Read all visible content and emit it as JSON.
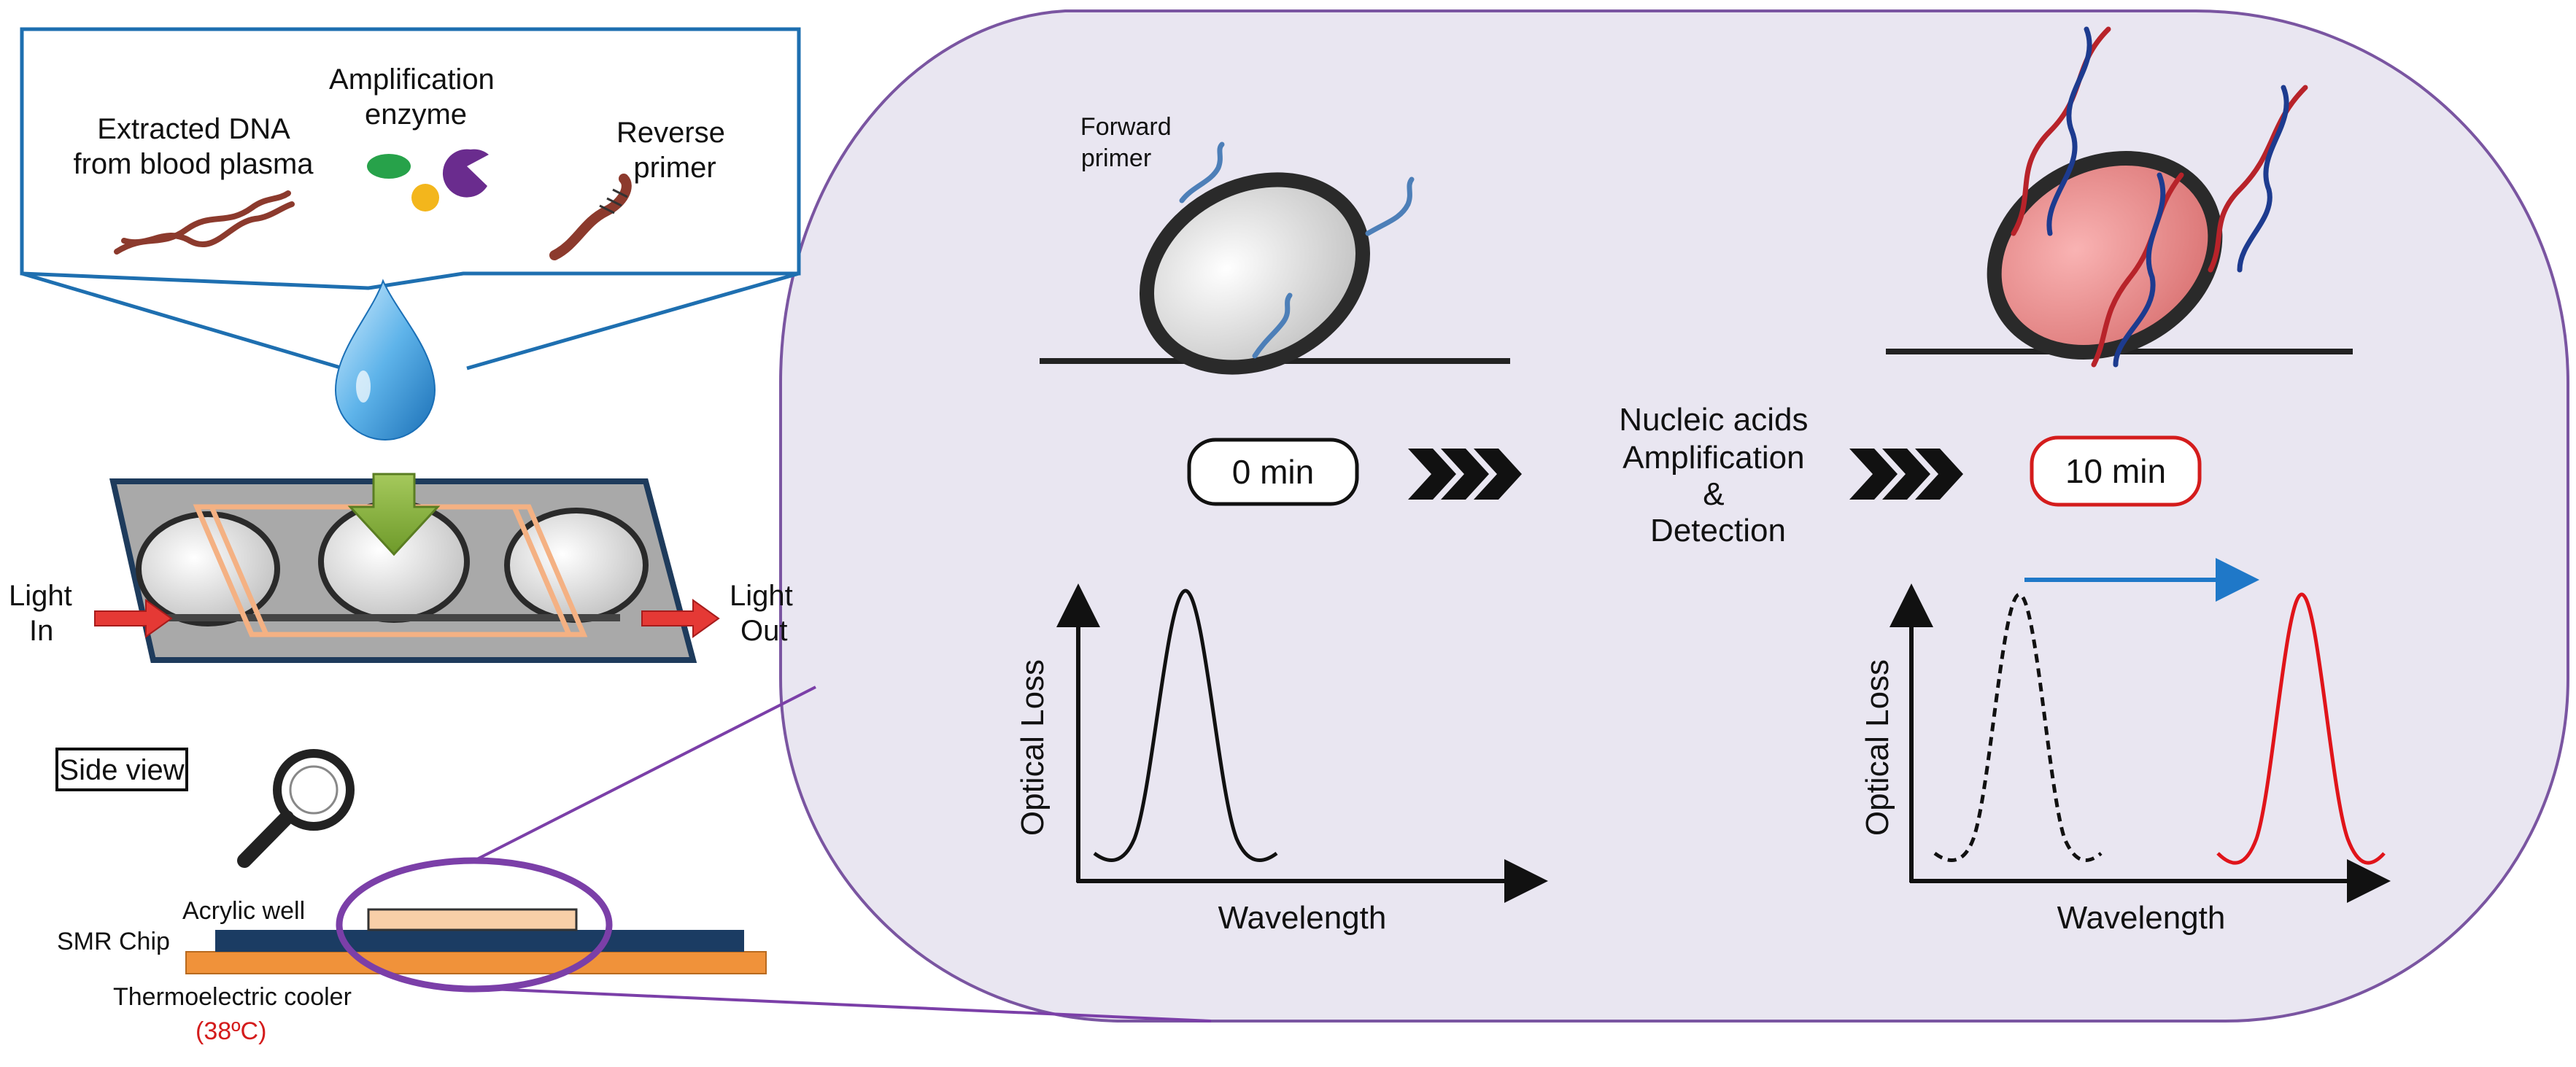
{
  "inset_labels": {
    "dna": [
      "Extracted  DNA",
      "from blood plasma"
    ],
    "enzyme": [
      "Amplification",
      "enzyme"
    ],
    "primer": [
      "Reverse",
      "primer"
    ]
  },
  "light_in": [
    "Light",
    "In"
  ],
  "light_out": [
    "Light",
    "Out"
  ],
  "side_view": {
    "title": "Side view",
    "acrylic_well": "Acrylic well",
    "smr_chip": "SMR Chip",
    "cooler": "Thermoelectric cooler",
    "temperature": "(38ºC)"
  },
  "detail": {
    "forward_primer": [
      "Forward",
      "primer"
    ],
    "time_start": "0 min",
    "time_end": "10 min",
    "process": [
      "Nucleic acids",
      "Amplification",
      "&",
      "Detection"
    ],
    "plot_left": {
      "ylabel": "Optical Loss",
      "xlabel": "Wavelength"
    },
    "plot_right": {
      "ylabel": "Optical Loss",
      "xlabel": "Wavelength"
    }
  },
  "colors": {
    "chip_frame": "#1e3b5c",
    "chip_fill": "#a9a9a9",
    "panel_fill": "#e9e6f1",
    "panel_border": "#7a55a1",
    "highlight_ring": "#7b3fa8",
    "inset_border": "#1e6fb0",
    "arrow_blue": "#1f78c8",
    "amplified_red": "#e0141a",
    "cooler_orange": "#f0923a",
    "chip_navy": "#1b3c63",
    "well_peach": "#f8cfa8",
    "dna_brown": "#8c3a2d",
    "enzyme_green": "#27a24a",
    "enzyme_yellow": "#f3b61c",
    "enzyme_purple": "#6a2c8e"
  }
}
